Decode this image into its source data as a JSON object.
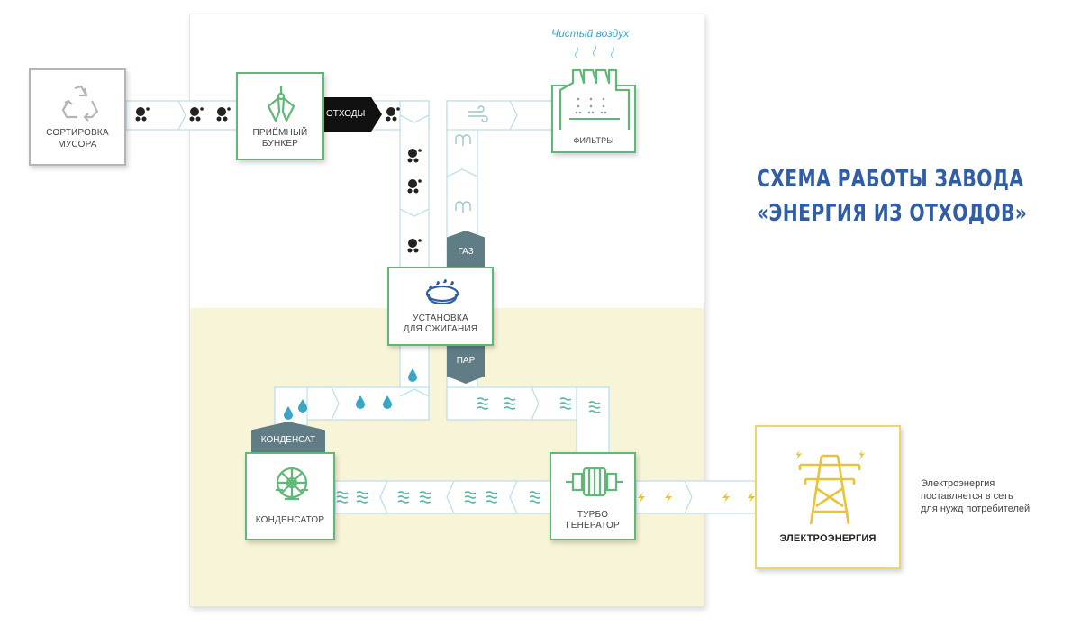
{
  "title": {
    "line1": "СХЕМА РАБОТЫ ЗАВОДА",
    "line2": "«ЭНЕРГИЯ ИЗ ОТХОДОВ»"
  },
  "nodes": {
    "sorting": {
      "line1": "СОРТИРОВКА",
      "line2": "МУСОРА"
    },
    "bunker": {
      "line1": "ПРИЁМНЫЙ",
      "line2": "БУНКЕР"
    },
    "filters": {
      "label": "ФИЛЬТРЫ"
    },
    "incinerator": {
      "line1": "УСТАНОВКА",
      "line2": "ДЛЯ СЖИГАНИЯ"
    },
    "condenser": {
      "label": "КОНДЕНСАТОР"
    },
    "turbo": {
      "line1": "ТУРБО",
      "line2": "ГЕНЕРАТОР"
    },
    "electricity": {
      "label": "ЭЛЕКТРОЭНЕРГИЯ"
    }
  },
  "tags": {
    "waste": "ОТХОДЫ",
    "gas": "ГАЗ",
    "steam": "ПАР",
    "condensate": "КОНДЕНСАТ"
  },
  "clean_air": "Чистый воздух",
  "note": {
    "line1": "Электроэнергия",
    "line2": "поставляется в сеть",
    "line3": "для нужд потребителей"
  },
  "colors": {
    "green": "#5fb876",
    "gray": "#b5b5b5",
    "yellow": "#ecd56a",
    "title_blue": "#2f5da6",
    "pipe_blue": "#9fd3e6",
    "water": "#3aa6c6",
    "tag_gray": "#607d86",
    "tag_black": "#111111"
  },
  "icons": [
    "recycle-icon",
    "grabber-icon",
    "factory-icon",
    "burner-icon",
    "condenser-icon",
    "turbine-icon",
    "power-tower-icon",
    "waste-pellet-icon",
    "water-drop-icon",
    "steam-icon",
    "air-icon",
    "lightning-icon"
  ]
}
